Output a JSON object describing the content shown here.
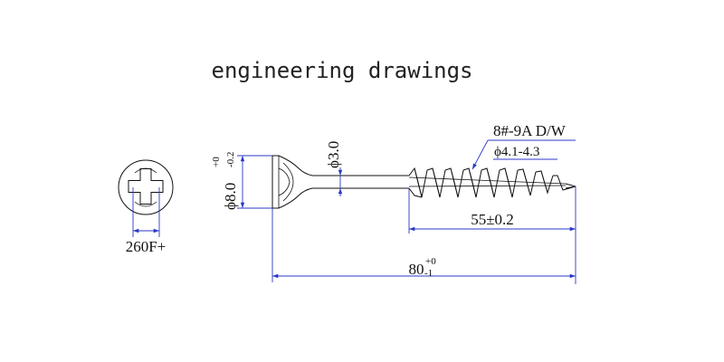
{
  "title": "engineering drawings",
  "head_view": {
    "drive_label": "260F+"
  },
  "dimensions": {
    "head_diameter": {
      "prefix": "ϕ8.0",
      "upper_tol": "+0",
      "lower_tol": "-0.2"
    },
    "shank_diameter": {
      "label": "ϕ3.0"
    },
    "thread_spec": {
      "line1": "8#-9A D/W",
      "line2": "ϕ4.1-4.3"
    },
    "thread_length": {
      "label": "55±0.2"
    },
    "total_length": {
      "nominal": "80",
      "upper_tol": "+0",
      "lower_tol": "-1"
    }
  },
  "colors": {
    "outline": "#111111",
    "dimension_line": "#2a38c8"
  }
}
